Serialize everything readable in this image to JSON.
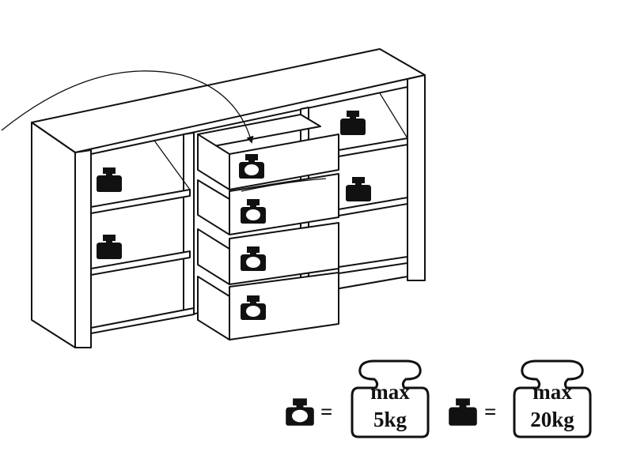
{
  "legend": {
    "small_weight": {
      "icon": "outline-weight-icon",
      "line1": "max",
      "line2": "5kg",
      "applies_to": "drawers"
    },
    "large_weight": {
      "icon": "filled-weight-icon",
      "line1": "max",
      "line2": "20kg",
      "applies_to": "shelves"
    },
    "equals": "="
  },
  "colors": {
    "line": "#111111",
    "background": "#ffffff"
  }
}
